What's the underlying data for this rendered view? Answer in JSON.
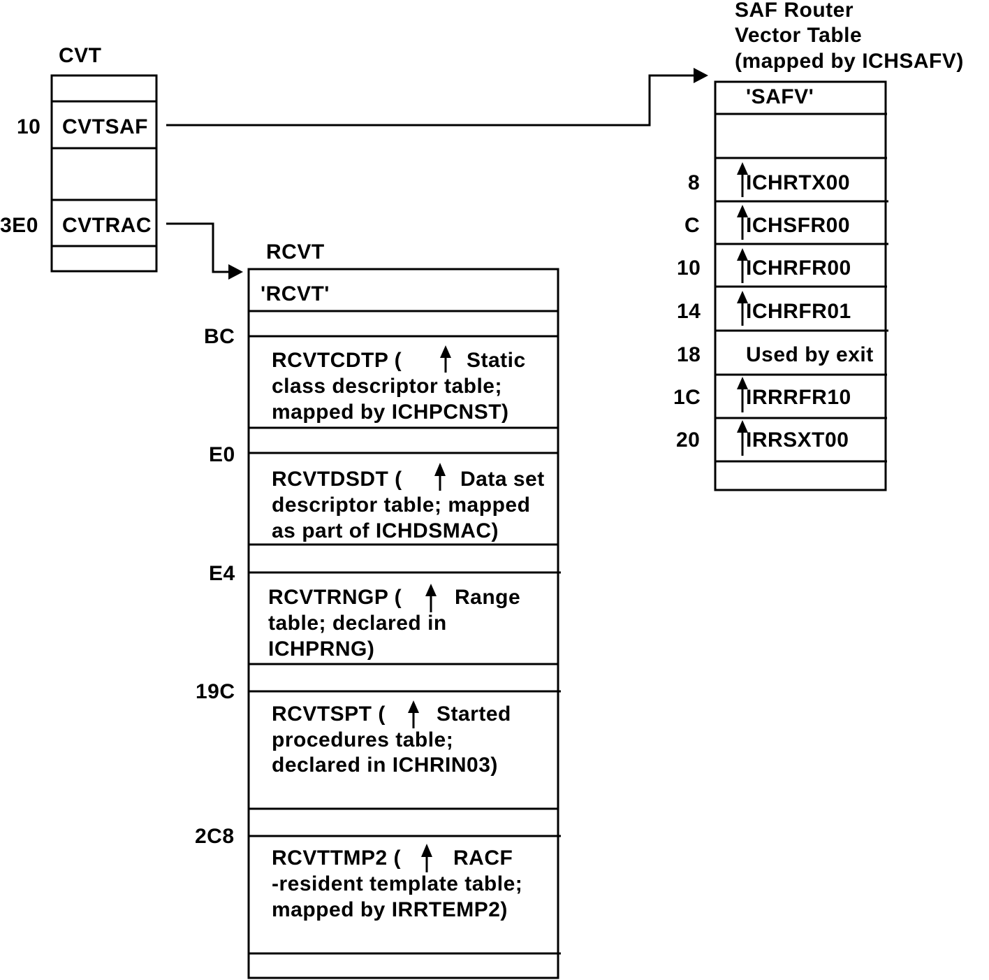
{
  "cvt": {
    "title": "CVT",
    "offsets": [
      "10",
      "3E0"
    ],
    "fields": [
      "CVTSAF",
      "CVTRAC"
    ]
  },
  "rcvt": {
    "title": "RCVT",
    "header": "'RCVT'",
    "offsets": [
      "BC",
      "E0",
      "E4",
      "19C",
      "2C8"
    ],
    "entries": [
      {
        "lines": [
          "RCVTCDTP   (",
          "Static",
          "class  descriptor  table;",
          "mapped  by  ICHPCNST)"
        ]
      },
      {
        "lines": [
          "RCVTDSDT  (",
          "Data  set",
          "descriptor  table;  mapped",
          "as  part  of  ICHDSMAC)"
        ]
      },
      {
        "lines": [
          "RCVTRNGP (",
          "Range",
          "table;  declared  in",
          "ICHPRNG)"
        ]
      },
      {
        "lines": [
          "RCVTSPT (",
          "Started",
          "procedures  table;",
          "declared  in  ICHRIN03)"
        ]
      },
      {
        "lines": [
          "RCVTTMP2 (",
          "RACF",
          "-resident  template  table;",
          "mapped  by  IRRTEMP2)"
        ]
      }
    ]
  },
  "safv": {
    "title_lines": [
      "SAF  Router",
      "Vector  Table",
      "(mapped  by  ICHSAFV)"
    ],
    "header": "'SAFV'",
    "offsets": [
      "8",
      "C",
      "10",
      "14",
      "18",
      "1C",
      "20"
    ],
    "fields": [
      "ICHRTX00",
      "ICHSFR00",
      "ICHRFR00",
      "ICHRFR01",
      "Used  by  exit",
      "IRRRFR10",
      "IRRSXT00"
    ]
  }
}
